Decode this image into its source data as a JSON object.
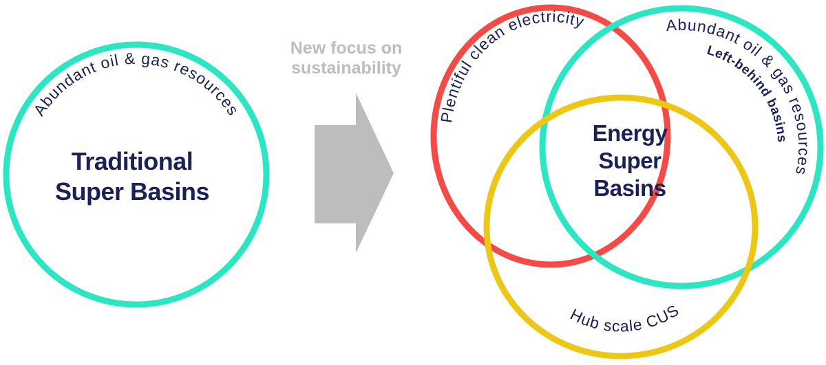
{
  "colors": {
    "teal": "#2BE5C3",
    "red": "#F44B46",
    "yellow": "#ECC715",
    "navy": "#1B2155",
    "gray": "#BDBDBD"
  },
  "left_circle": {
    "arc_label": "Abundant oil & gas resources",
    "title_line1": "Traditional",
    "title_line2": "Super Basins"
  },
  "transition": {
    "caption_line1": "New focus on",
    "caption_line2": "sustainability"
  },
  "venn": {
    "electricity_label": "Plentiful clean electricity",
    "oil_gas_label": "Abundant oil & gas resources",
    "left_behind_label": "Left-behind basins",
    "hub_label": "Hub scale CUS",
    "center_line1": "Energy",
    "center_line2": "Super",
    "center_line3": "Basins"
  }
}
